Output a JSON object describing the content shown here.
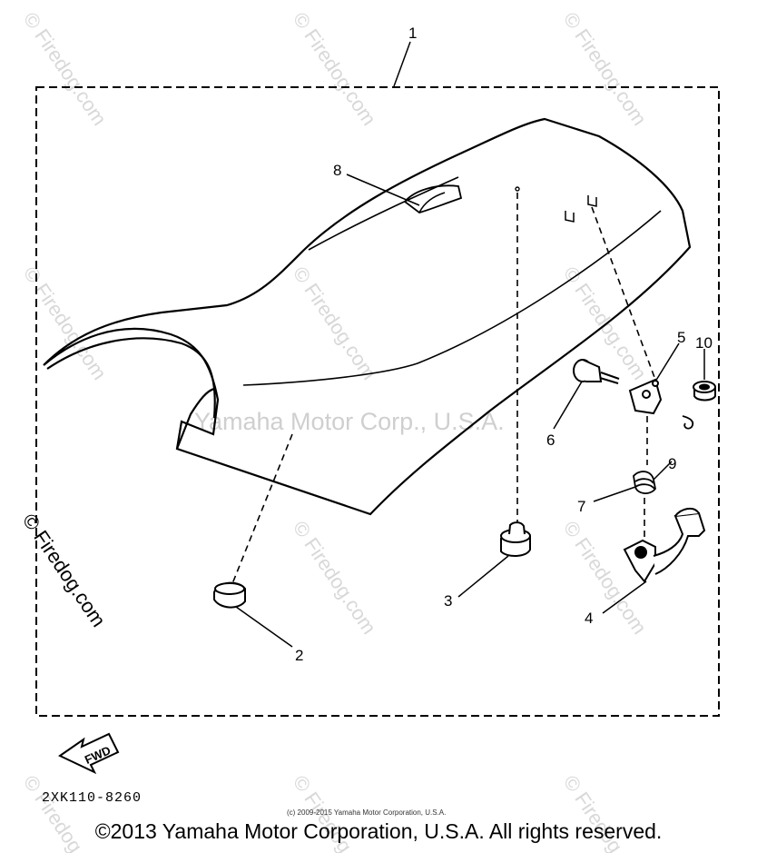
{
  "watermark": {
    "site": "© Firedog.com",
    "center": "Yamaha Motor Corp., U.S.A."
  },
  "callouts": {
    "c1": "1",
    "c2": "2",
    "c3": "3",
    "c4": "4",
    "c5": "5",
    "c6": "6",
    "c7": "7",
    "c8": "8",
    "c9": "9",
    "c10": "10"
  },
  "direction_arrow": "FWD",
  "part_code": "2XK110-8260",
  "small_copyright": "(c) 2009-2015 Yamaha Motor Corporation, U.S.A.",
  "footer_copyright": "©2013 Yamaha Motor Corporation, U.S.A. All rights reserved."
}
